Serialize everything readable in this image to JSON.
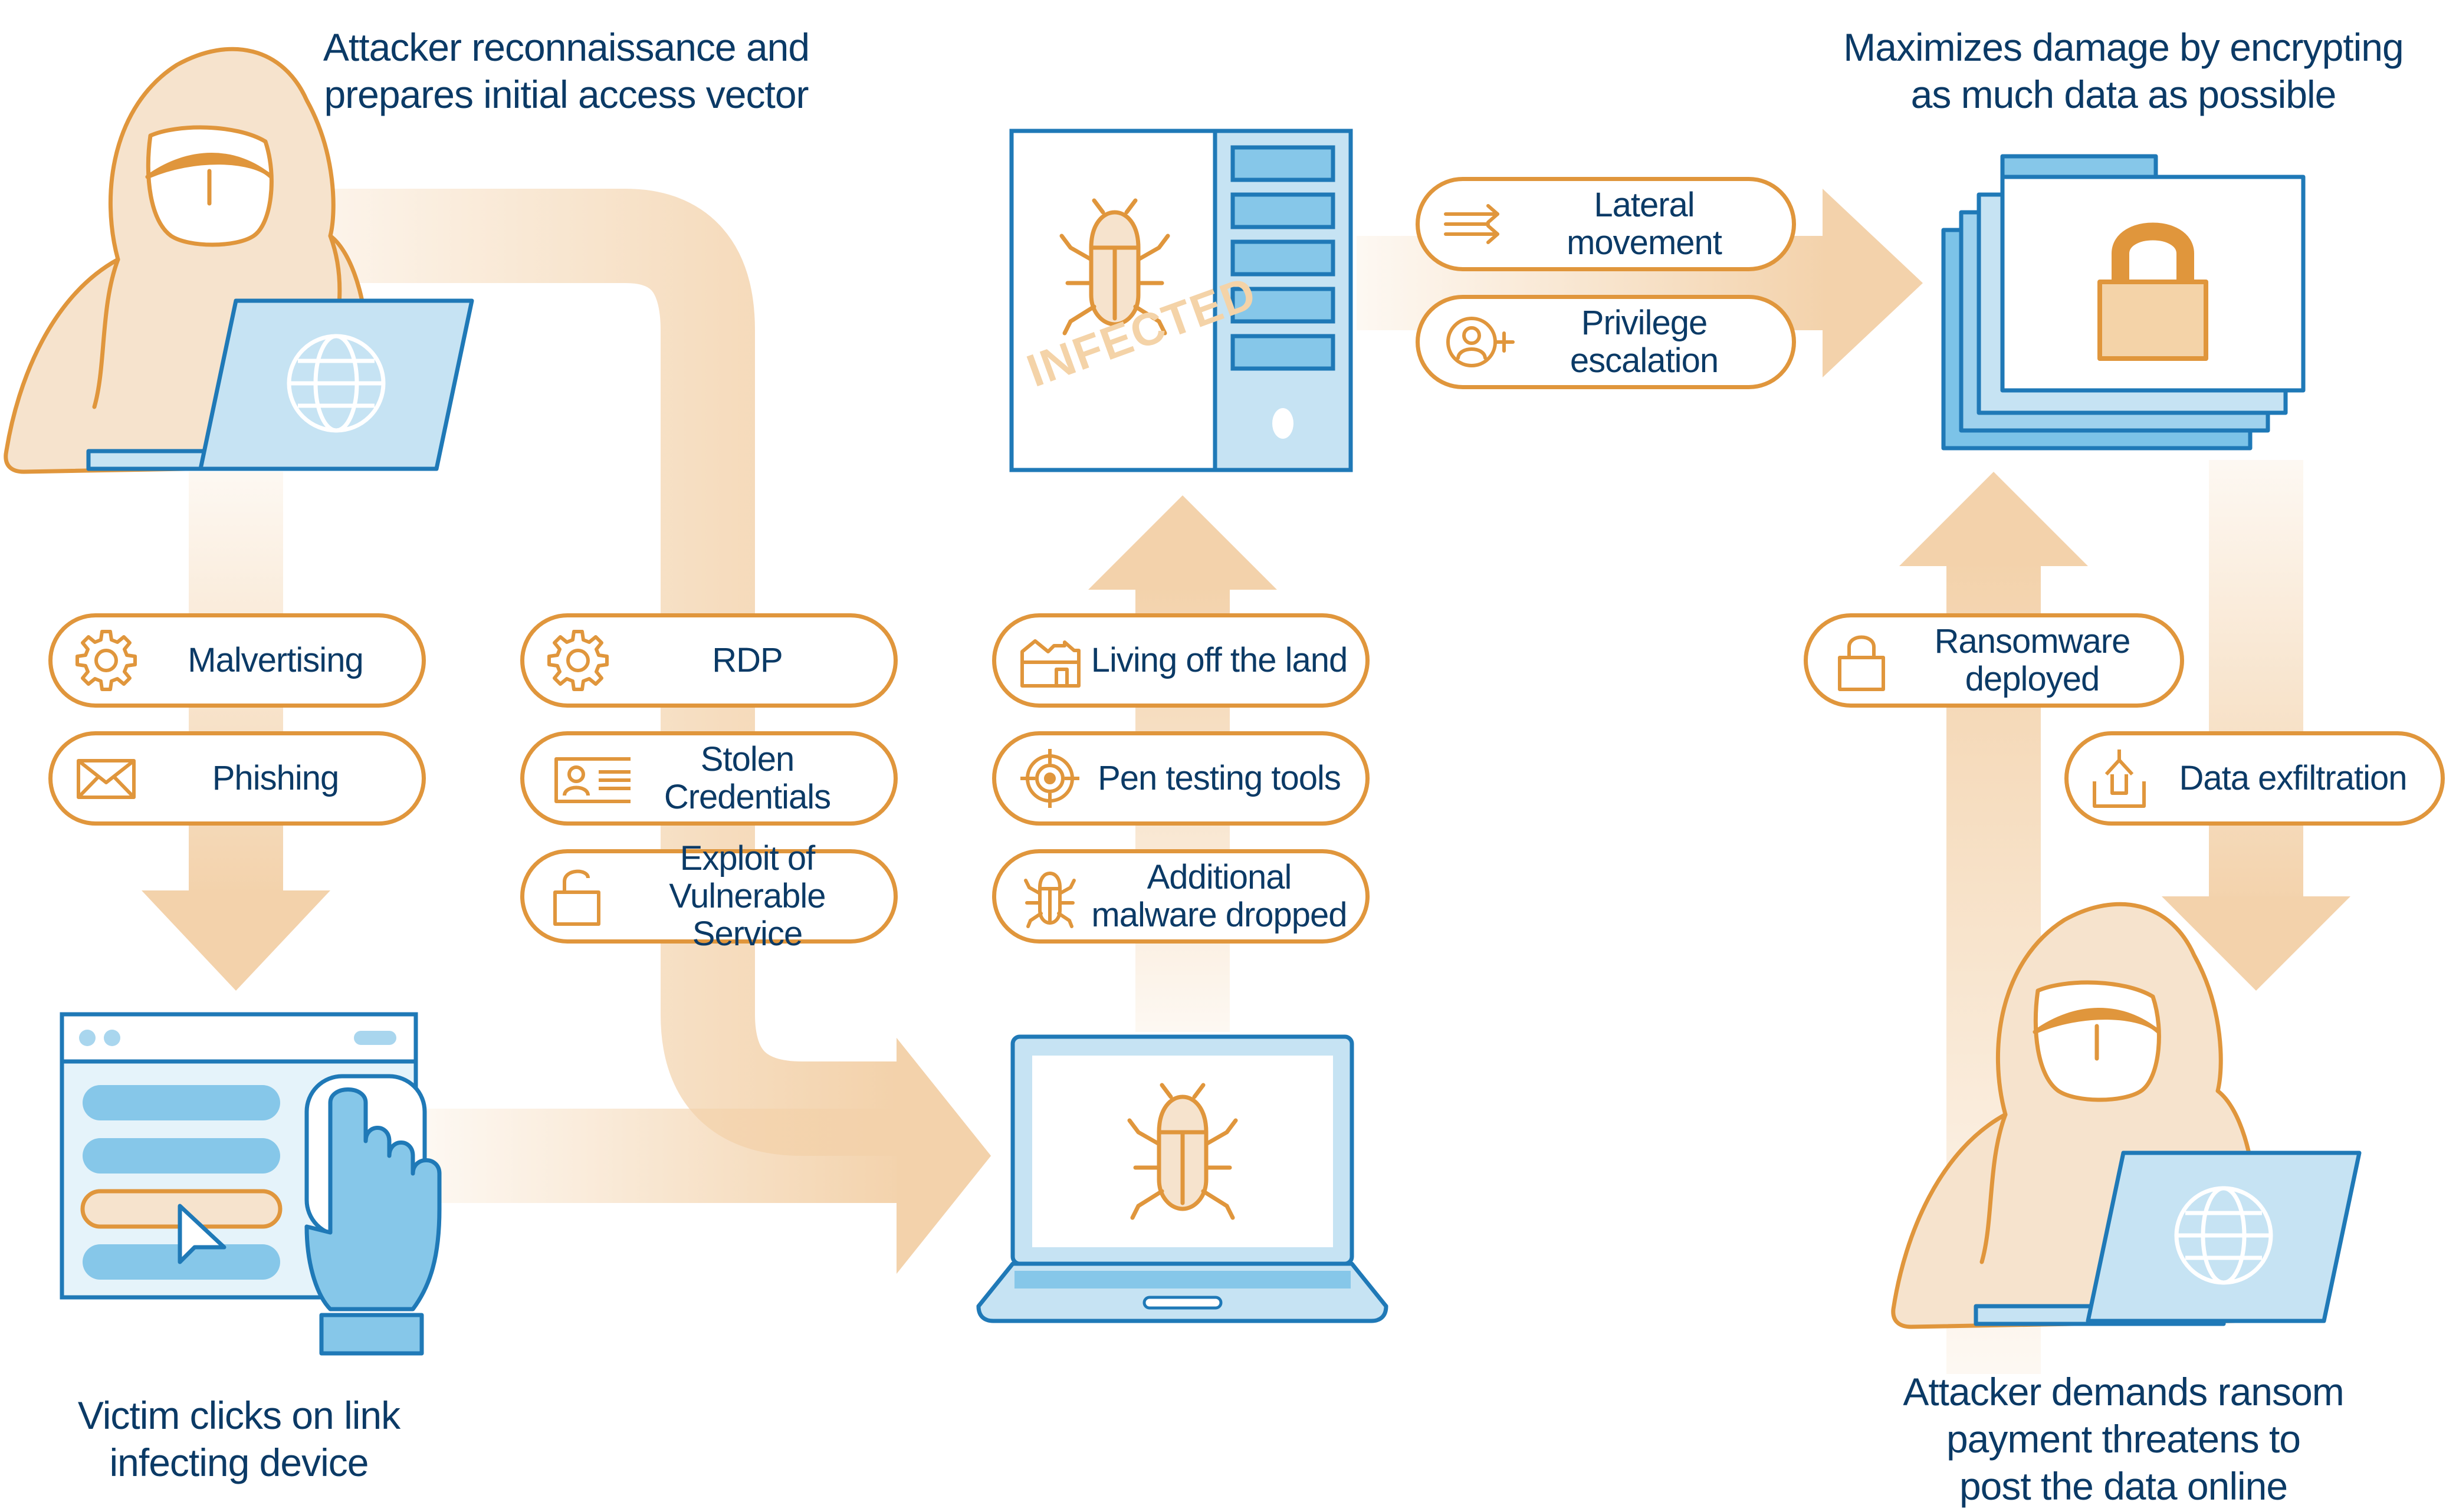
{
  "captions": {
    "recon": [
      "Attacker reconnaissance and",
      "prepares initial access vector"
    ],
    "encrypt": [
      "Maximizes damage by encrypting",
      "as much data as possible"
    ],
    "victim": [
      "Victim clicks on link",
      "infecting device"
    ],
    "ransom": [
      "Attacker demands ransom",
      "payment threatens to",
      "post the data online"
    ]
  },
  "server_label": "INFECTED",
  "pills": {
    "malvertising": "Malvertising",
    "phishing": "Phishing",
    "rdp": "RDP",
    "stolen_credentials": [
      "Stolen",
      "Credentials"
    ],
    "exploit": [
      "Exploit of",
      "Vulnerable Service"
    ],
    "living_off_land": "Living off the land",
    "pen_testing": "Pen testing tools",
    "additional_malware": [
      "Additional",
      "malware dropped"
    ],
    "lateral_movement": [
      "Lateral",
      "movement"
    ],
    "privilege_escalation": [
      "Privilege",
      "escalation"
    ],
    "ransomware_deployed": [
      "Ransomware",
      "deployed"
    ],
    "data_exfiltration": "Data exfiltration"
  },
  "colors": {
    "orange": "#e0963c",
    "orange_fill": "#f4d3a8",
    "arrow_fill": "#f3d2ab",
    "blue_stroke": "#1f79b7",
    "blue_fill": "#c6e3f3",
    "blue_mid": "#7cc3e8",
    "text_navy": "#0b3a66"
  },
  "icons": [
    "gear-icon",
    "envelope-icon",
    "id-card-icon",
    "unlocked-padlock-icon",
    "house-icon",
    "target-icon",
    "bug-icon",
    "arrows-right-icon",
    "user-plus-icon",
    "padlock-icon",
    "upload-box-icon",
    "globe-icon",
    "hand-pointer-icon",
    "cursor-icon"
  ]
}
